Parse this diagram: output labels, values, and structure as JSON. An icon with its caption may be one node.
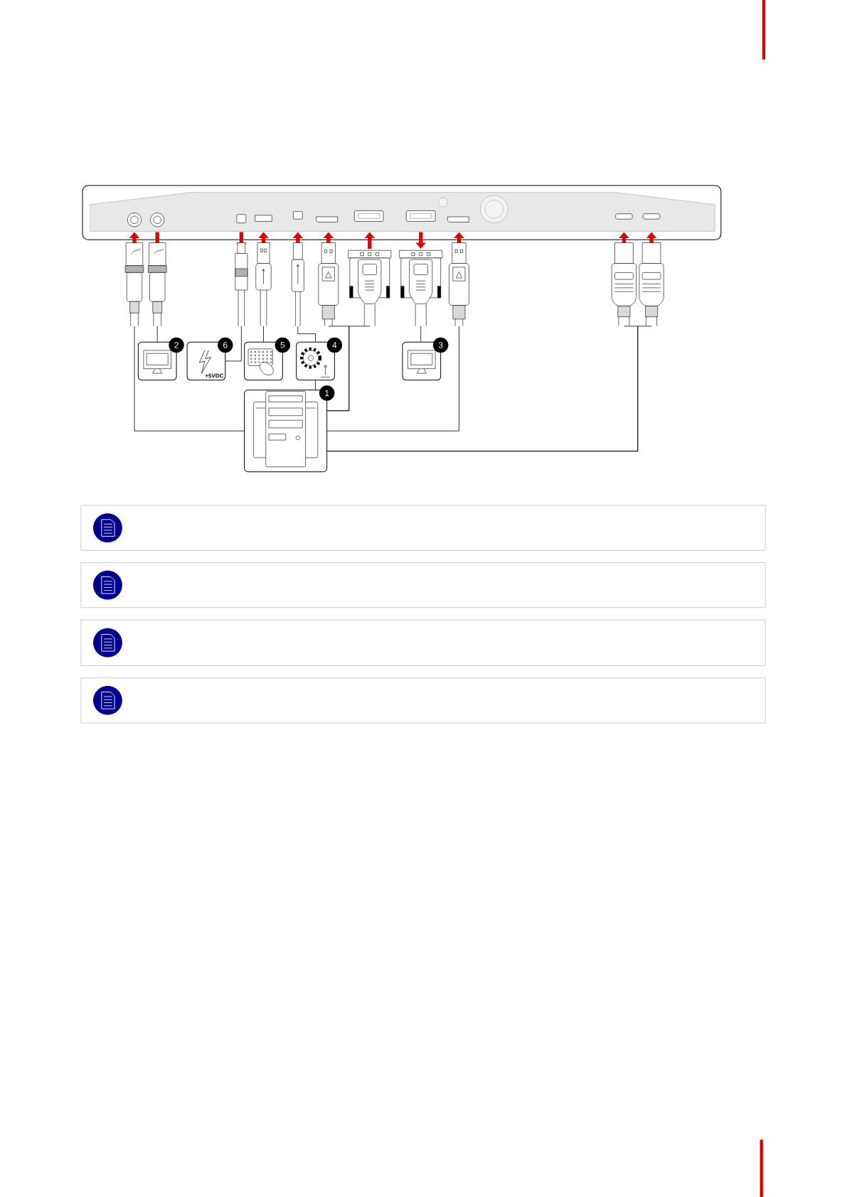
{
  "diagram": {
    "nodes": [
      {
        "text": [],
        "shape": "plug"
      },
      {
        "text": [],
        "shape": "plug"
      },
      {
        "text": [],
        "shape": "plug"
      },
      {
        "text": [],
        "shape": "plug"
      },
      {
        "text": [],
        "shape": "plug"
      },
      {
        "text": [],
        "shape": "plug"
      },
      {
        "text": [],
        "shape": "plug"
      },
      {
        "text": [],
        "shape": "plug"
      },
      {
        "text": [],
        "shape": "plug"
      },
      {
        "text": [],
        "shape": "plug"
      },
      {
        "text": [],
        "shape": "plug"
      },
      {
        "text": [
          "2"
        ]
      },
      {
        "text": [
          "6",
          "+5VDC"
        ]
      },
      {
        "text": [
          "5"
        ]
      },
      {
        "text": [
          "4"
        ]
      },
      {
        "text": [
          "3"
        ]
      },
      {
        "text": [
          "1"
        ]
      }
    ],
    "edges": [
      {
        "from": 0,
        "to": 16,
        "arrow": "none"
      },
      {
        "from": 1,
        "to": 11,
        "arrow": "none"
      },
      {
        "from": 2,
        "to": 12,
        "arrow": "none"
      },
      {
        "from": 3,
        "to": 13,
        "arrow": "none"
      },
      {
        "from": 4,
        "to": 14,
        "arrow": "none"
      },
      {
        "from": 5,
        "to": 16,
        "arrow": "none"
      },
      {
        "from": 6,
        "to": 16,
        "arrow": "none"
      },
      {
        "from": 7,
        "to": 15,
        "arrow": "none"
      },
      {
        "from": 8,
        "to": 16,
        "arrow": "none"
      },
      {
        "from": 9,
        "to": 16,
        "arrow": "none"
      },
      {
        "from": 10,
        "to": 16,
        "arrow": "none"
      },
      {
        "from": 14,
        "to": 16,
        "arrow": "none"
      }
    ]
  }
}
